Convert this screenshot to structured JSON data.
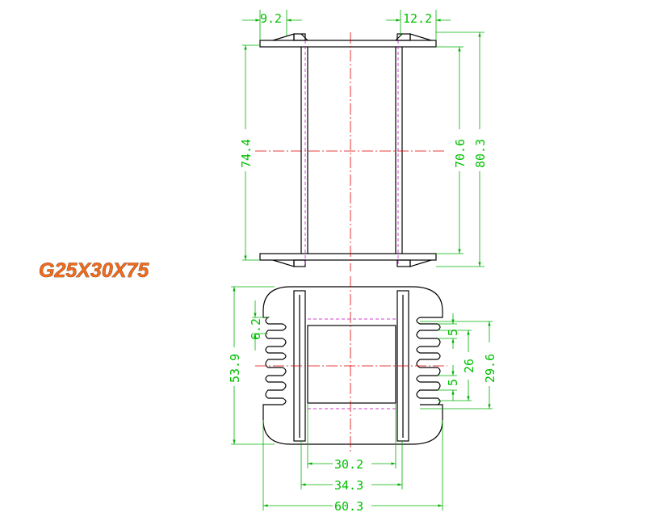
{
  "part_label": "G25X30X75",
  "dimensions": {
    "top_left_flange": "9.2",
    "top_right_flange": "12.2",
    "inner_height": "74.4",
    "body_height": "70.6",
    "overall_height": "80.3",
    "slot_height": "6.2",
    "base_height": "53.9",
    "pitch_upper": "5",
    "slot_span": "26",
    "pitch_lower": "5",
    "pin_span": "29.6",
    "window_width": "30.2",
    "core_width": "34.3",
    "overall_width": "60.3"
  },
  "colors": {
    "dimension": "#00c000",
    "center_line": "#e00000",
    "hidden_line": "#c000c0",
    "outline": "#000000",
    "label": "#f26a1b"
  }
}
